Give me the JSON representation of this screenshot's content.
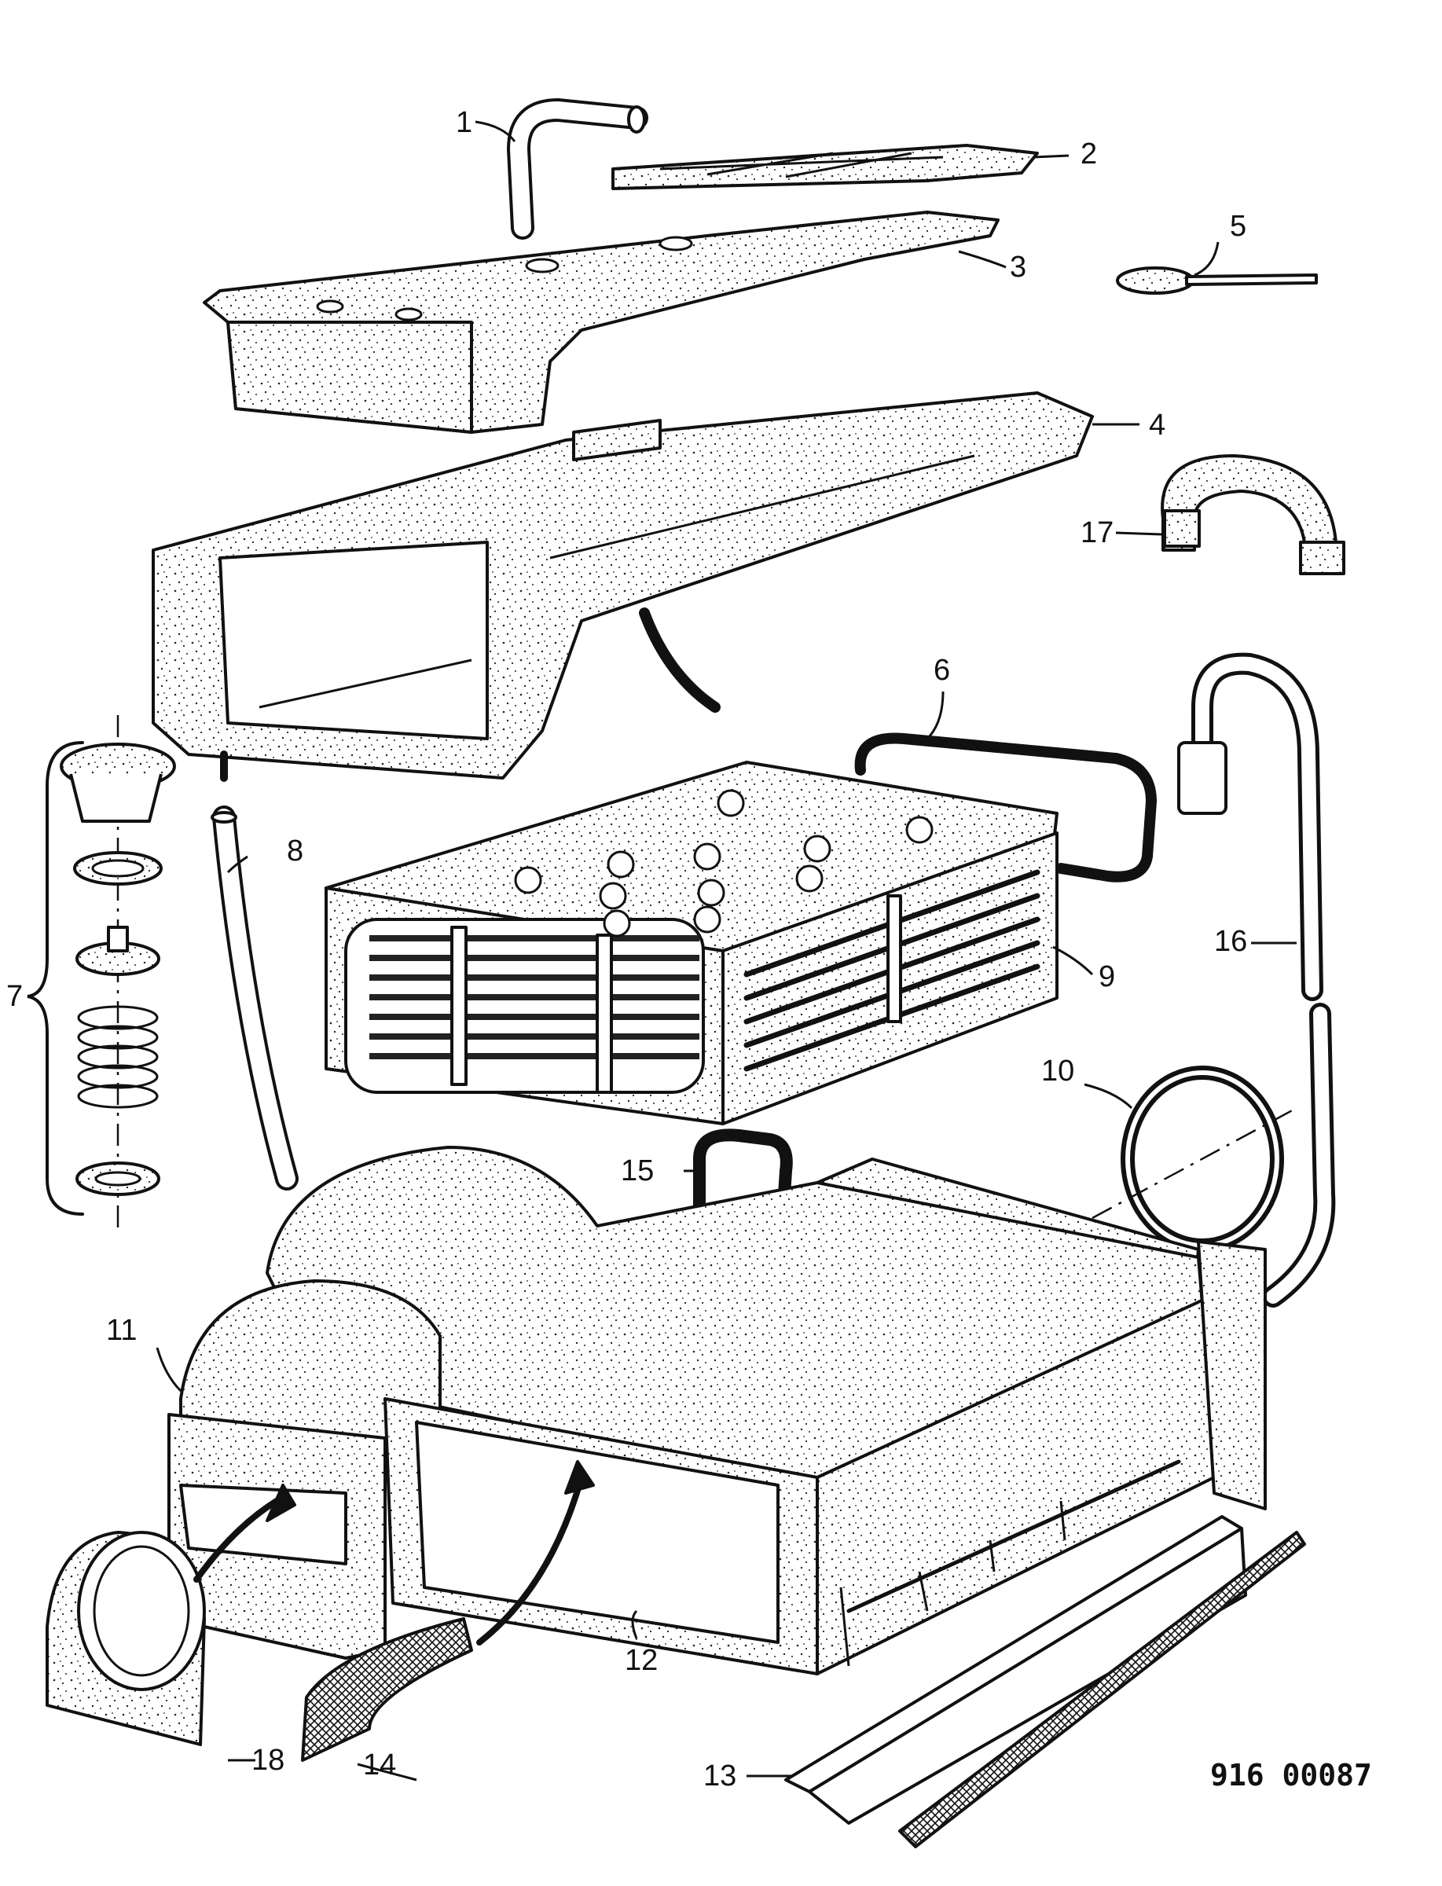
{
  "drawing": {
    "reference_code": "916 00087",
    "callouts": [
      "1",
      "2",
      "3",
      "4",
      "5",
      "6",
      "7",
      "8",
      "9",
      "10",
      "11",
      "12",
      "13",
      "14",
      "15",
      "16",
      "17",
      "18"
    ]
  },
  "colors": {
    "ink": "#111111",
    "paper": "#ffffff"
  }
}
